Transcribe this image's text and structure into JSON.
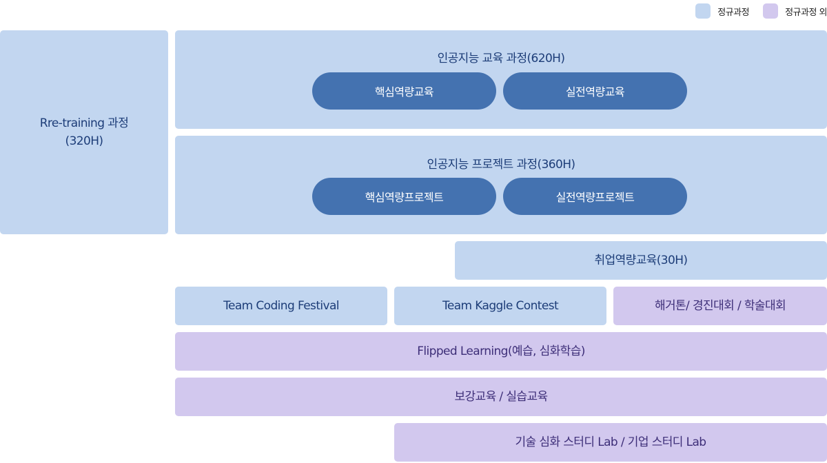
{
  "legend": {
    "regular": "정규과정",
    "non_regular": "정규과정 외",
    "regular_color": "#c2d6f0",
    "non_regular_color": "#d2c8ee"
  },
  "retraining": {
    "label": "Rre-training 과정\n(320H)"
  },
  "ai_education": {
    "title": "인공지능 교육 과정(620H)",
    "core": "핵심역량교육",
    "practical": "실전역량교육"
  },
  "ai_project": {
    "title": "인공지능 프로젝트 과정(360H)",
    "core": "핵심역량프로젝트",
    "practical": "실전역량프로젝트"
  },
  "employment": "취업역량교육(30H)",
  "team_coding": "Team Coding Festival",
  "team_kaggle": "Team Kaggle Contest",
  "hackathon": "해거톤/ 경진대회 / 학술대회",
  "flipped": "Flipped Learning(예습, 심화학습)",
  "supplementary": "보강교육 / 실습교육",
  "study_lab": "기술 심화 스터디 Lab / 기업 스터디 Lab",
  "pill_color": "#4472b0"
}
